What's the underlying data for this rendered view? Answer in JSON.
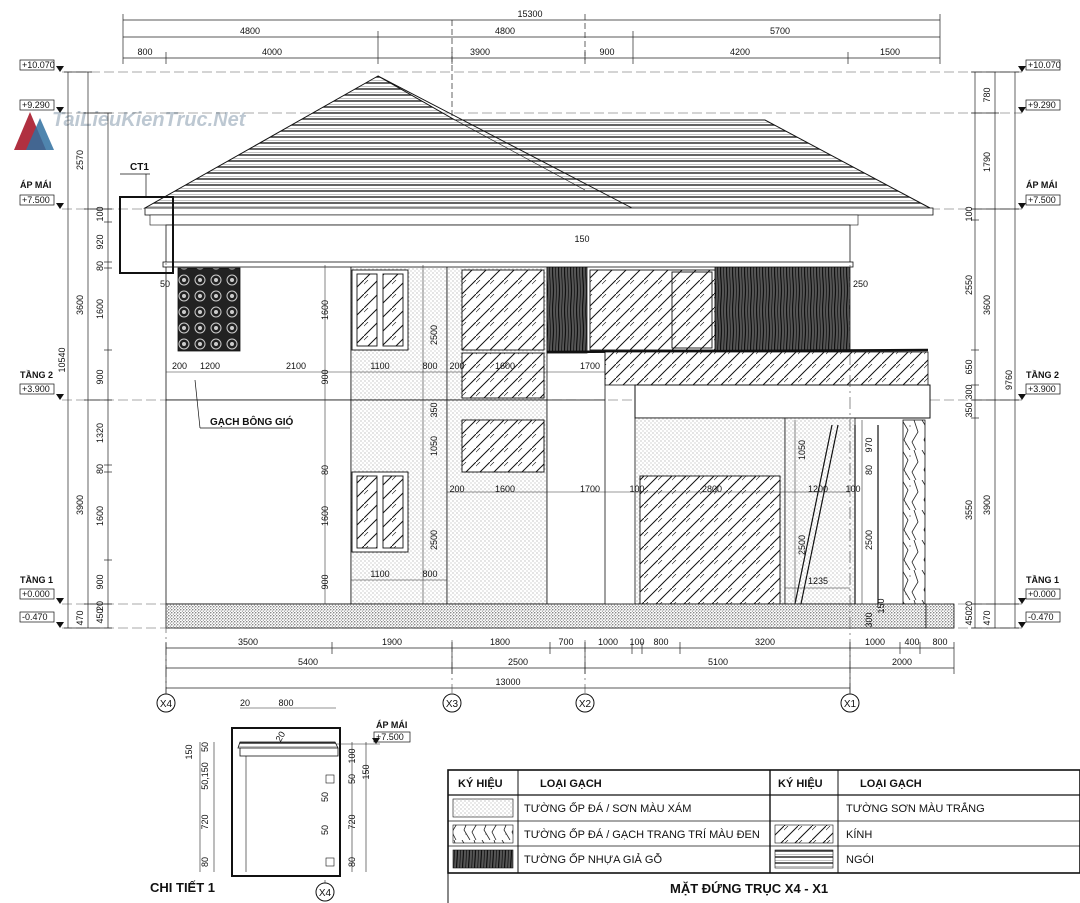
{
  "watermark": "TaiLieuKienTruc.Net",
  "top_dims": {
    "overall": "15300",
    "row2": [
      "4800",
      "4800",
      "5700"
    ],
    "row3": [
      "800",
      "4000",
      "3900",
      "900",
      "4200",
      "1500"
    ]
  },
  "bottom_dims": {
    "row1": [
      "3500",
      "1900",
      "1800",
      "700",
      "1000",
      "100",
      "800",
      "3200",
      "1000",
      "400",
      "800"
    ],
    "row2": [
      "5400",
      "2500",
      "5100",
      "2000"
    ],
    "overall": "13000"
  },
  "axes": [
    "X4",
    "X3",
    "X2",
    "X1"
  ],
  "levels": {
    "roof_top": "+10.070",
    "ridge": "+9.290",
    "eave_name": "ÁP MÁI",
    "eave": "+7.500",
    "floor2_name": "TẦNG 2",
    "floor2": "+3.900",
    "floor1_name": "TẦNG 1",
    "floor1": "+0.000",
    "ground": "-0.470"
  },
  "left_dims": {
    "outer": [
      "2570",
      "3600",
      "3900",
      "470"
    ],
    "inner": [
      "100",
      "920",
      "80",
      "1600",
      "900",
      "1320",
      "80",
      "1600",
      "900",
      "450",
      "20"
    ],
    "total": "10540"
  },
  "right_dims": {
    "outer": [
      "780",
      "1790",
      "3600",
      "3900",
      "470"
    ],
    "inner": [
      "100",
      "2550",
      "650",
      "350",
      "300",
      "3550",
      "450",
      "20"
    ],
    "total": "9760"
  },
  "inner_dims": {
    "d150": "150",
    "d50": "50",
    "d250": "250",
    "d200a": "200",
    "d1200": "1200",
    "d2100": "2100",
    "d1100a": "1100",
    "d800a": "800",
    "d200b": "200",
    "d1600a": "1600",
    "d1700a": "1700",
    "d200c": "200",
    "d1600b": "1600",
    "d1700b": "1700",
    "d100a": "100",
    "d2800": "2800",
    "d1200b": "1200",
    "d100b": "100",
    "d1100b": "1100",
    "d800b": "800",
    "d1235": "1235",
    "v1600a": "1600",
    "v2500a": "2500",
    "v900": "900",
    "v350": "350",
    "v1050": "1050",
    "v80": "80",
    "v1600b": "1600",
    "v2500b": "2500",
    "v900b": "900",
    "v1050b": "1050",
    "v2500c": "2500",
    "v970": "970",
    "v80b": "80",
    "v2500d": "2500",
    "v300": "300",
    "v150": "150"
  },
  "labels": {
    "ct1": "CT1",
    "vent_brick": "GẠCH BÔNG GIÓ"
  },
  "detail": {
    "title": "CHI TIẾT 1",
    "axis": "X4",
    "level_name": "ÁP MÁI",
    "level": "+7.500",
    "dims": {
      "top20": "20",
      "top800": "800",
      "v150": "150",
      "v50": "50",
      "v50150": "50,150",
      "v720": "720",
      "v80": "80",
      "r100": "100",
      "r50": "50",
      "r150": "150",
      "r720": "720",
      "r80": "80",
      "m50a": "50",
      "m50b": "50",
      "h20": "20"
    }
  },
  "legend": {
    "head_symbol": "KÝ HIỆU",
    "head_type": "LOẠI GẠCH",
    "rows": [
      {
        "left": "TƯỜNG ỐP ĐÁ / SƠN MÀU XÁM",
        "right": "TƯỜNG SƠN MÀU TRẮNG"
      },
      {
        "left": "TƯỜNG ỐP ĐÁ / GẠCH TRANG TRÍ MÀU ĐEN",
        "right": "KÍNH"
      },
      {
        "left": "TƯỜNG ỐP NHỰA GIẢ GỖ",
        "right": "NGÓI"
      }
    ]
  },
  "drawing_title": "MẶT ĐỨNG TRỤC X4 - X1"
}
